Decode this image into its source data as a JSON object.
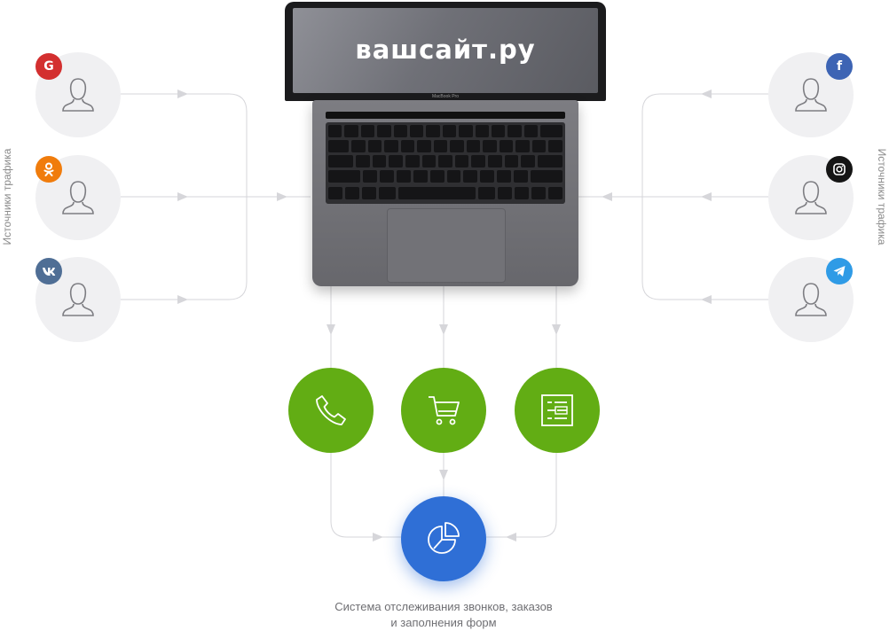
{
  "laptop": {
    "screen_text": "вашсайт.ру",
    "model_label": "MacBook Pro"
  },
  "side_labels": {
    "left": "Источники трафика",
    "right": "Источники трафика"
  },
  "sources_left": [
    {
      "badge_icon": "google-icon",
      "badge_text": "G",
      "color": "#d32f2f"
    },
    {
      "badge_icon": "odnoklassniki-icon",
      "badge_text": "ok",
      "color": "#f07c0c"
    },
    {
      "badge_icon": "vk-icon",
      "badge_text": "vk",
      "color": "#4f6e95"
    }
  ],
  "sources_right": [
    {
      "badge_icon": "facebook-icon",
      "badge_text": "f",
      "color": "#3d64b4"
    },
    {
      "badge_icon": "instagram-icon",
      "badge_text": "",
      "color": "#151515"
    },
    {
      "badge_icon": "telegram-icon",
      "badge_text": "",
      "color": "#2f9be6"
    }
  ],
  "actions": [
    {
      "icon": "phone-icon",
      "color": "#62ad14"
    },
    {
      "icon": "cart-icon",
      "color": "#62ad14"
    },
    {
      "icon": "form-icon",
      "color": "#62ad14"
    }
  ],
  "tracker": {
    "icon": "pie-chart-icon",
    "color": "#2f6fd6",
    "caption_line1": "Система отслеживания звонков, заказов",
    "caption_line2": "и заполнения форм"
  }
}
